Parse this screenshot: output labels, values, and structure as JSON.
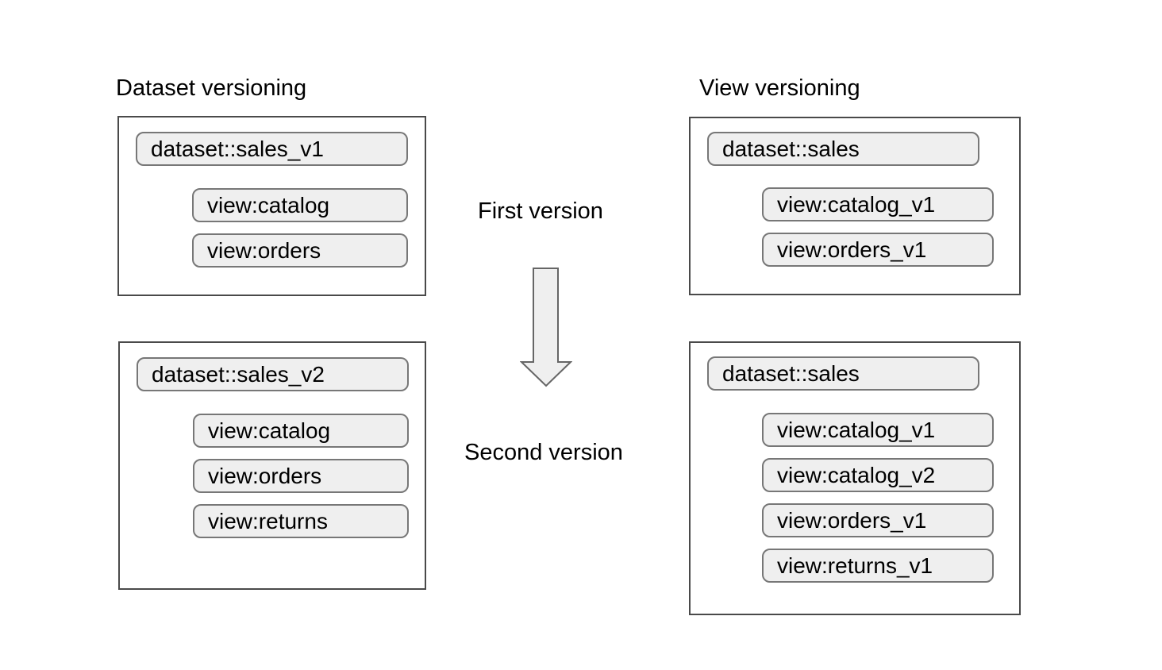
{
  "columns": {
    "dataset_versioning": {
      "title": "Dataset versioning",
      "boxes": [
        {
          "dataset": "dataset::sales_v1",
          "views": [
            "view:catalog",
            "view:orders"
          ]
        },
        {
          "dataset": "dataset::sales_v2",
          "views": [
            "view:catalog",
            "view:orders",
            "view:returns"
          ]
        }
      ]
    },
    "view_versioning": {
      "title": "View versioning",
      "boxes": [
        {
          "dataset": "dataset::sales",
          "views": [
            "view:catalog_v1",
            "view:orders_v1"
          ]
        },
        {
          "dataset": "dataset::sales",
          "views": [
            "view:catalog_v1",
            "view:catalog_v2",
            "view:orders_v1",
            "view:returns_v1"
          ]
        }
      ]
    }
  },
  "center": {
    "first_label": "First version",
    "second_label": "Second version",
    "arrow_icon": "down-block-arrow"
  },
  "colors": {
    "background": "#ffffff",
    "pill_fill": "#efefef",
    "pill_border": "#777777",
    "box_border": "#4a4a4a",
    "arrow_fill": "#efefef",
    "arrow_border": "#666666",
    "text": "#000000"
  }
}
